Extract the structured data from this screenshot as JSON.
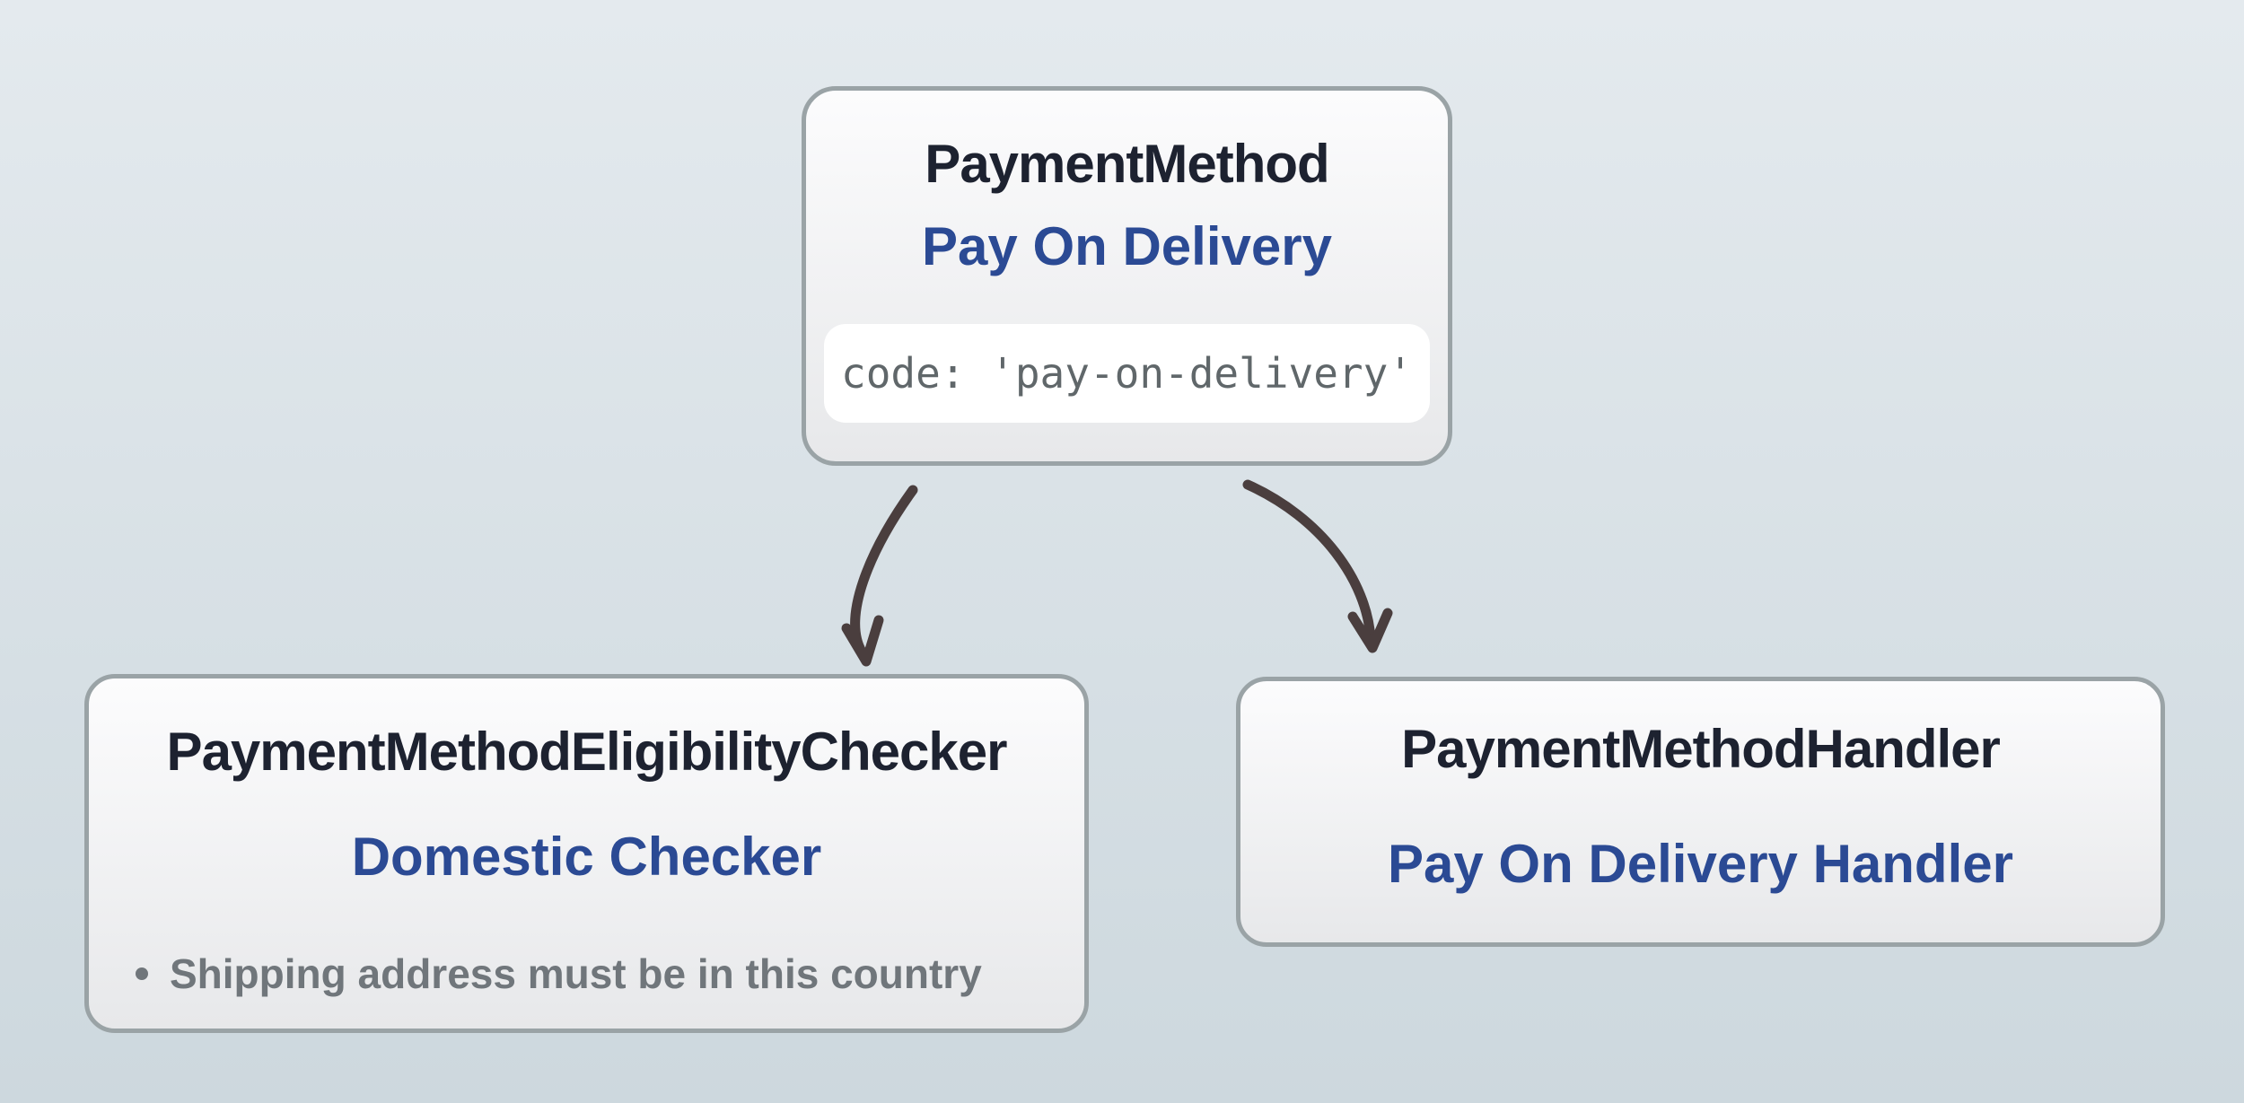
{
  "colors": {
    "background_top": "#e4eaee",
    "background_bottom": "#cdd8de",
    "box_border": "#9aa3a6",
    "box_fill_top": "#fcfcfd",
    "box_fill_bottom": "#e7e8ea",
    "title_text": "#1d2230",
    "accent_blue": "#2b4a94",
    "code_text": "#60676a",
    "code_background": "#ffffff",
    "muted_gray": "#70767b",
    "arrow": "#4a3e3e"
  },
  "diagram": {
    "nodes": [
      {
        "id": "payment-method",
        "title": "PaymentMethod",
        "subtitle": "Pay On Delivery",
        "code": "code: 'pay-on-delivery'"
      },
      {
        "id": "payment-method-eligibility-checker",
        "title": "PaymentMethodEligibilityChecker",
        "subtitle": "Domestic Checker",
        "bullets": [
          "Shipping address must be in this country"
        ]
      },
      {
        "id": "payment-method-handler",
        "title": "PaymentMethodHandler",
        "subtitle": "Pay On Delivery Handler"
      }
    ],
    "edges": [
      {
        "from": "payment-method",
        "to": "payment-method-eligibility-checker"
      },
      {
        "from": "payment-method",
        "to": "payment-method-handler"
      }
    ]
  }
}
